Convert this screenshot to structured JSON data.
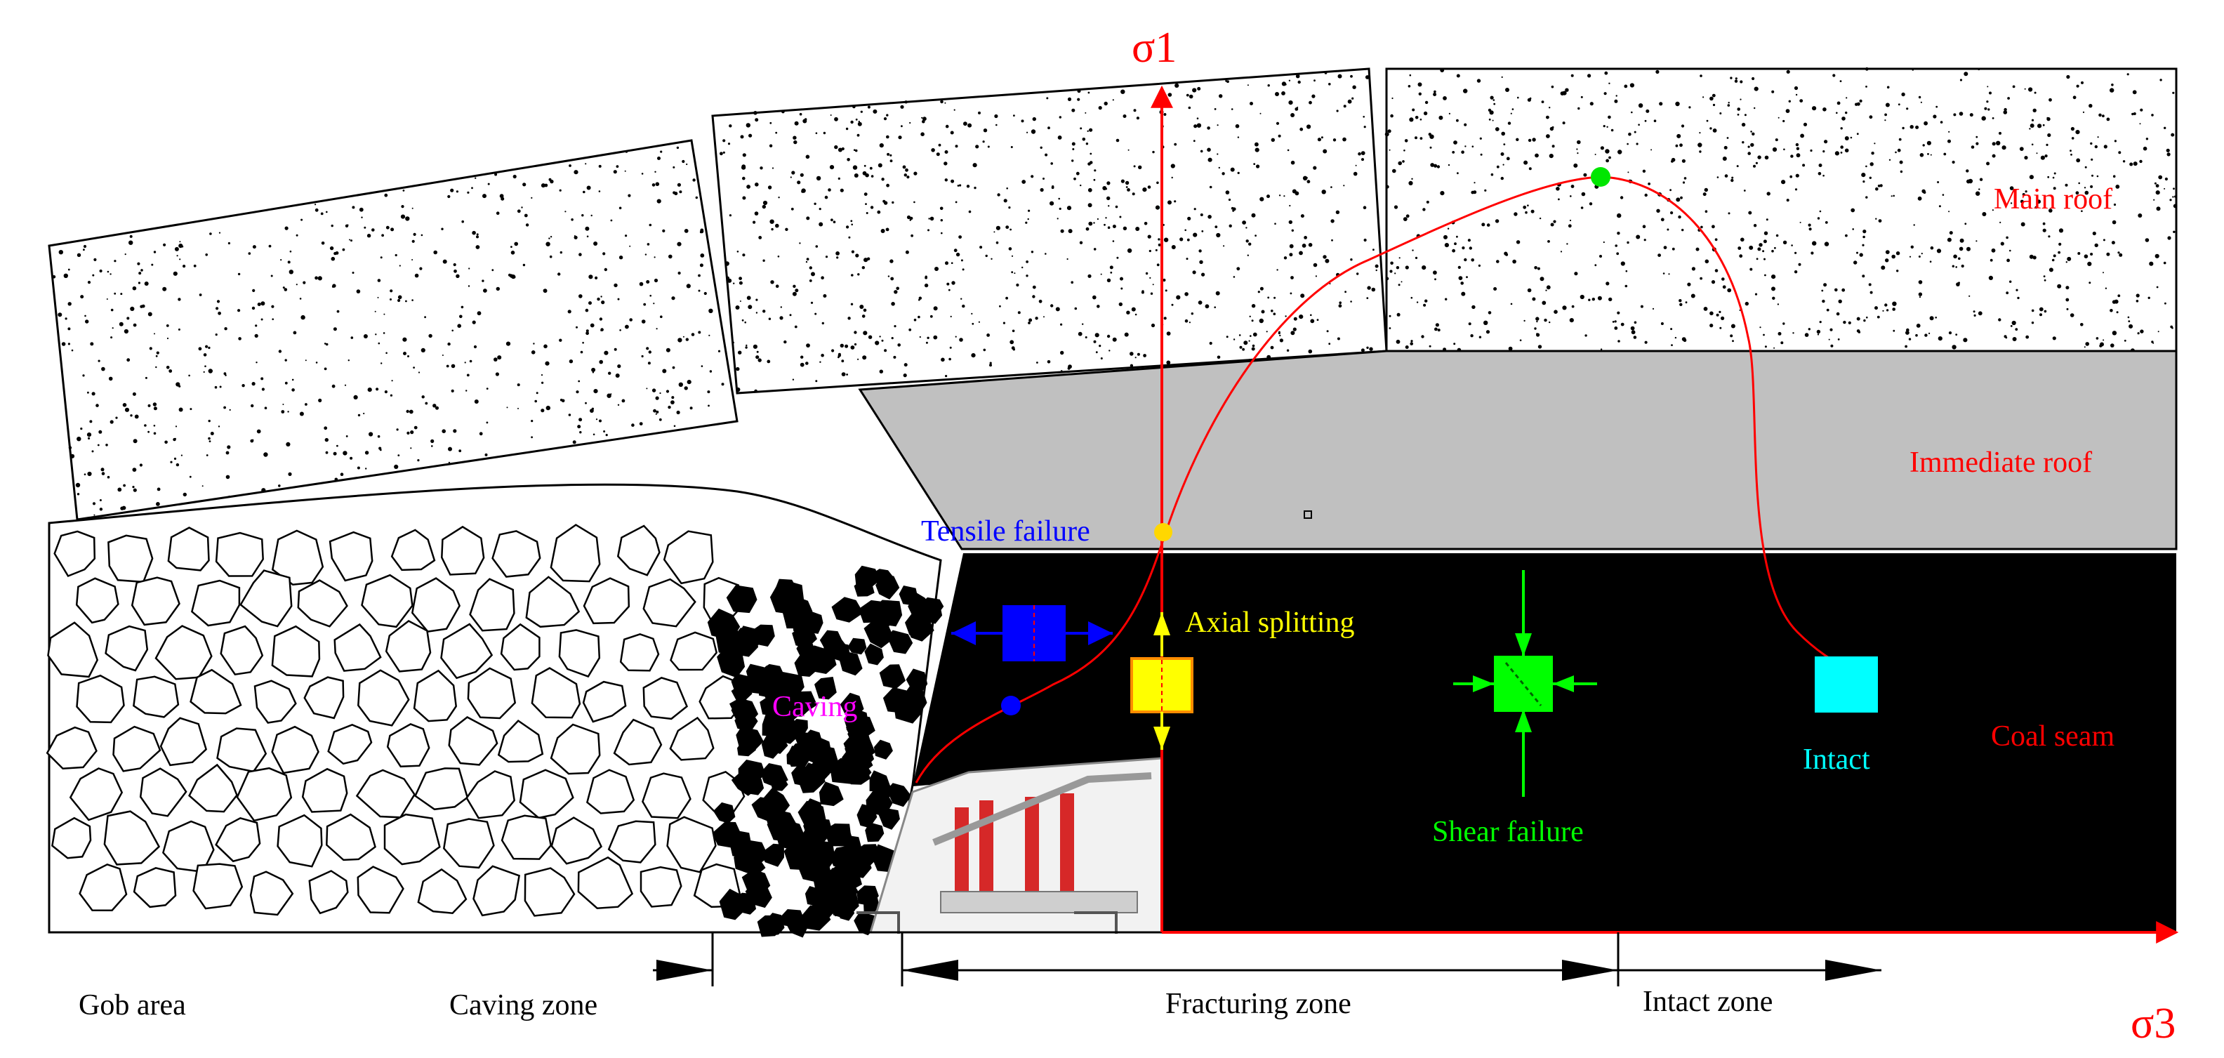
{
  "labels": {
    "sigma1": "σ1",
    "sigma3": "σ3",
    "main_roof": "Main roof",
    "immediate_roof": "Immediate roof",
    "coal_seam": "Coal seam",
    "tensile_failure": "Tensile failure",
    "axial_splitting": "Axial splitting",
    "shear_failure": "Shear failure",
    "intact": "Intact",
    "caving": "Caving",
    "gob_area": "Gob area",
    "caving_zone": "Caving zone",
    "fracturing_zone": "Fracturing zone",
    "intact_zone": "Intact zone"
  },
  "colors": {
    "stress_curve": "#ff0000",
    "tensile": "#0000ff",
    "axial": "#ffff00",
    "shear": "#00ff00",
    "intact": "#00ffff",
    "caving_text": "#ff00ff",
    "immediate_roof_fill": "#c0c0c0",
    "coal_fill": "#000000"
  }
}
